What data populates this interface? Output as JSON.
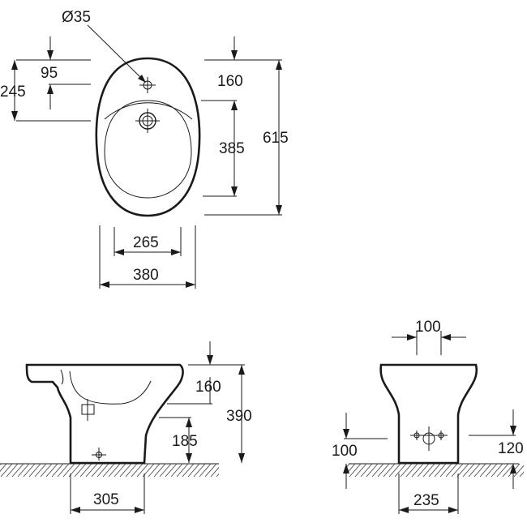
{
  "top_view": {
    "diameter": "Ø35",
    "dim_95": "95",
    "dim_245": "245",
    "dim_160": "160",
    "dim_385": "385",
    "dim_615": "615",
    "dim_265": "265",
    "dim_380": "380"
  },
  "side_view": {
    "dim_160": "160",
    "dim_390": "390",
    "dim_185": "185",
    "dim_305": "305"
  },
  "rear_view": {
    "dim_100_top": "100",
    "dim_100_left": "100",
    "dim_120": "120",
    "dim_235": "235"
  }
}
